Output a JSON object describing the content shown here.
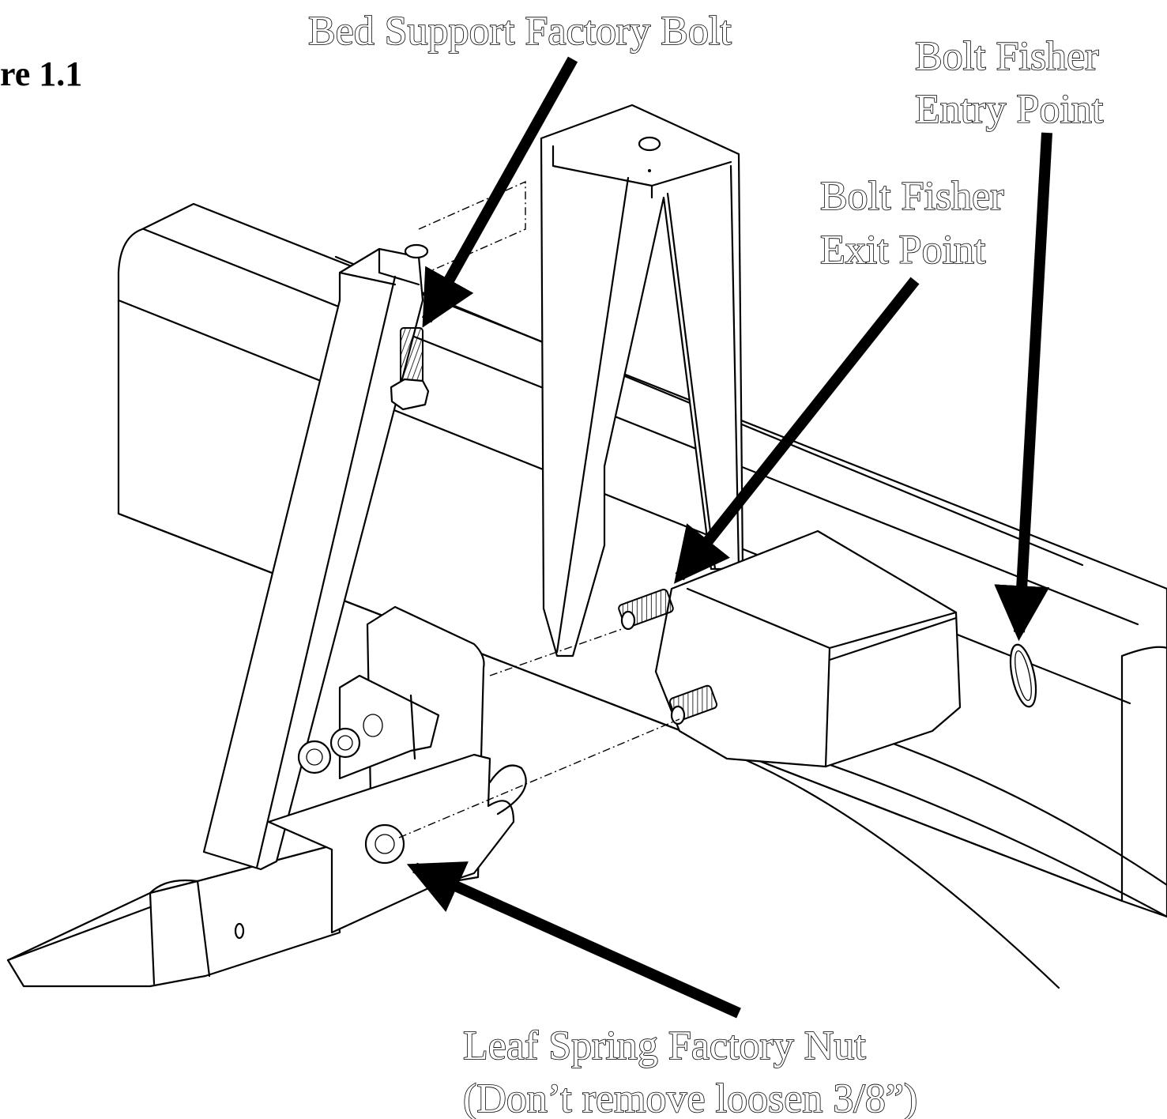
{
  "figure": {
    "label": "re 1.1"
  },
  "labels": {
    "bed_support_bolt": "Bed Support Factory Bolt",
    "bolt_fisher_entry_line1": "Bolt Fisher",
    "bolt_fisher_entry_line2": "Entry Point",
    "bolt_fisher_exit_line1": "Bolt Fisher",
    "bolt_fisher_exit_line2": "Exit Point",
    "leaf_spring_nut_line1": "Leaf Spring Factory Nut",
    "leaf_spring_nut_line2": "(Don’t remove  loosen 3/8”)"
  },
  "colors": {
    "ink": "#000000",
    "paper": "#ffffff"
  }
}
